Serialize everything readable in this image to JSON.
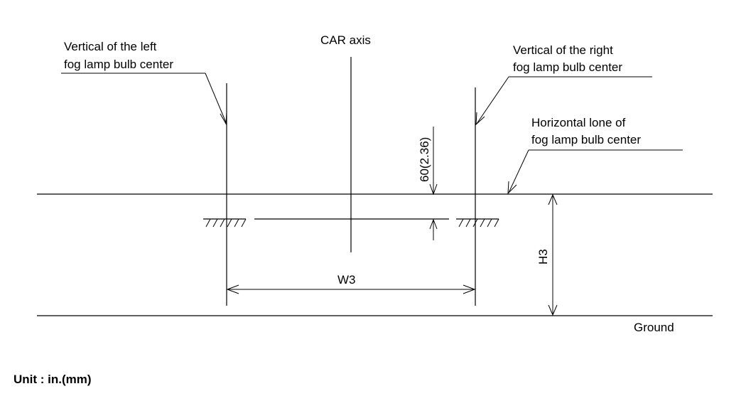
{
  "labels": {
    "car_axis": "CAR axis",
    "left_fog_line1": "Vertical of the left",
    "left_fog_line2": "fog lamp bulb center",
    "right_fog_line1": "Vertical of the right",
    "right_fog_line2": "fog lamp bulb center",
    "horizontal_line1": "Horizontal lone of",
    "horizontal_line2": "fog lamp bulb center",
    "offset_dimension": "60(2.36)",
    "height_dimension": "H3",
    "width_dimension": "W3",
    "ground": "Ground",
    "unit": "Unit : in.(mm)"
  }
}
